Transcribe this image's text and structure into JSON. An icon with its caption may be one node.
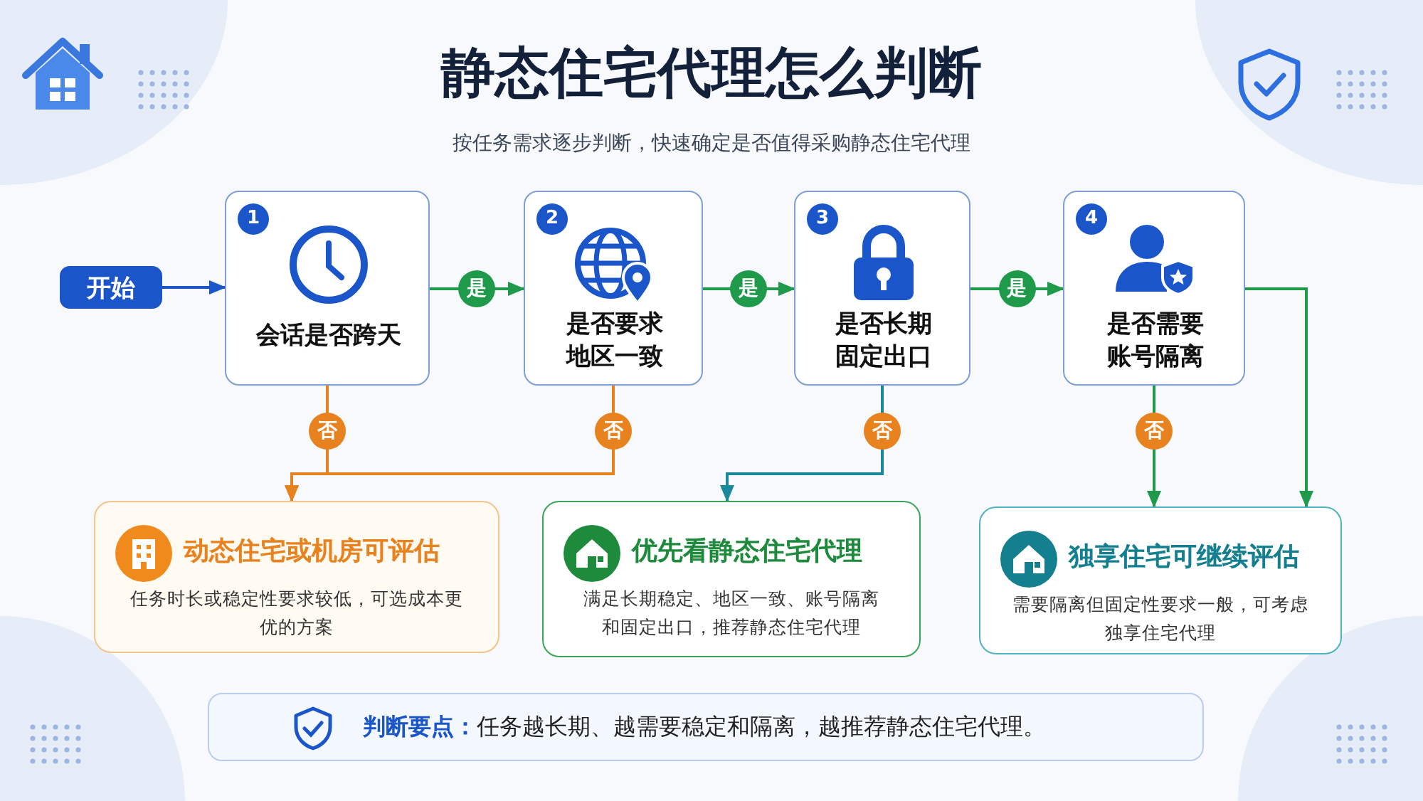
{
  "diagram": {
    "title": "静态住宅代理怎么判断",
    "nodes": [
      {
        "text": [
          "开始"
        ]
      },
      {
        "text": [
          "1",
          "会话是否跨天"
        ]
      },
      {
        "text": [
          "2",
          "是否要求地区一致"
        ]
      },
      {
        "text": [
          "3",
          "是否长期固定出口"
        ]
      },
      {
        "text": [
          "4",
          "是否需要账号隔离"
        ]
      },
      {
        "text": [
          "动态住宅或机房可评估",
          "任务时长或稳定性要求较低，可选成本更优的方案"
        ]
      },
      {
        "text": [
          "优先看静态住宅代理",
          "满足长期稳定、地区一致、账号隔离和固定出口，推荐静态住宅代理"
        ]
      },
      {
        "text": [
          "独享住宅可继续评估",
          "需要隔离但固定性要求一般，可考虑独享住宅代理"
        ]
      },
      {
        "text": [
          "**判断要点：**任务越长期、越需要稳定和隔离，越推荐静态住宅代理。"
        ]
      }
    ],
    "edges": [
      {
        "from": 0,
        "to": 1,
        "arrow": "to",
        "color": "#1a56c9"
      },
      {
        "from": 1,
        "to": 2,
        "arrow": "to",
        "label": "是"
      },
      {
        "from": 2,
        "to": 3,
        "arrow": "to",
        "label": "是"
      },
      {
        "from": 3,
        "to": 4,
        "arrow": "to",
        "label": "是"
      },
      {
        "from": 1,
        "to": 5,
        "arrow": "to",
        "label": "否",
        "color": "#e8821e"
      },
      {
        "from": 2,
        "to": 5,
        "arrow": "to",
        "label": "否",
        "color": "#e8821e"
      },
      {
        "from": 3,
        "to": 6,
        "arrow": "to",
        "label": "否",
        "color": "#1a8a9a"
      },
      {
        "from": 4,
        "to": 7,
        "arrow": "to",
        "label": "否"
      },
      {
        "from": 4,
        "to": 7,
        "arrow": "to"
      }
    ],
    "labels": [
      "按任务需求逐步判断，快速确定是否值得采购静态住宅代理"
    ]
  }
}
